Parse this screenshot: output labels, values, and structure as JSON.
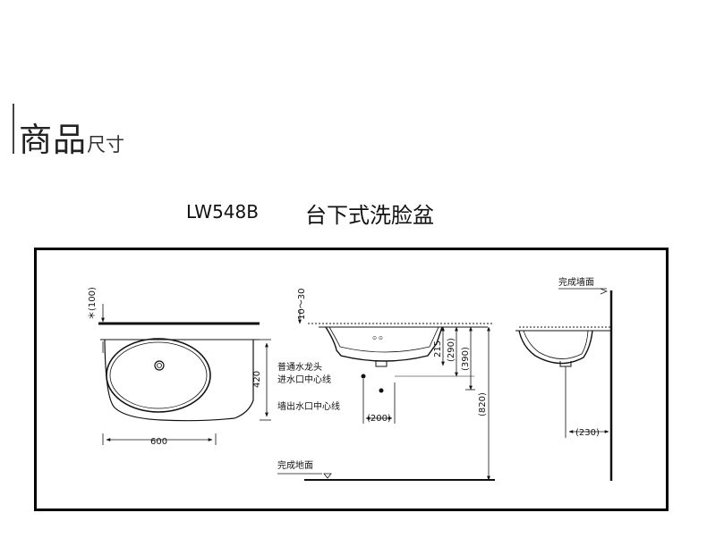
{
  "section": {
    "title_main": "商品",
    "title_sub": "尺寸"
  },
  "product": {
    "model": "LW548B",
    "name": "台下式洗脸盆"
  },
  "top_view": {
    "dim_top": "＊(100)",
    "dim_width": "600",
    "dim_depth": "420"
  },
  "front_view": {
    "dim_rim": "10～30",
    "dim_215": "215",
    "dim_290": "(290)",
    "dim_390": "(390)",
    "dim_820": "(820)",
    "dim_200": "(200)",
    "faucet_label_1": "普通水龙头",
    "faucet_label_2": "进水口中心线",
    "wall_outlet_label": "墙出水口中心线",
    "floor_label": "完成地面"
  },
  "side_view": {
    "wall_label": "完成墙面",
    "dim_230": "(230)"
  }
}
